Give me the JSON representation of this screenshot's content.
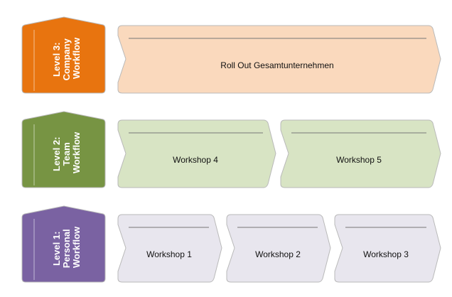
{
  "levels": [
    {
      "lines": [
        "Level 3:",
        "Company",
        "Workflow"
      ],
      "color": "#e8740f",
      "fill": "#fad9bd",
      "steps": [
        "Roll Out Gesamtunternehmen"
      ]
    },
    {
      "lines": [
        "Level 2:",
        "Team",
        "Workflow"
      ],
      "color": "#779443",
      "fill": "#d8e4c4",
      "steps": [
        "Workshop 4",
        "Workshop 5"
      ]
    },
    {
      "lines": [
        "Level 1:",
        "Personal",
        "Workflow"
      ],
      "color": "#7a62a2",
      "fill": "#e8e6ee",
      "steps": [
        "Workshop 1",
        "Workshop 2",
        "Workshop 3"
      ]
    }
  ]
}
